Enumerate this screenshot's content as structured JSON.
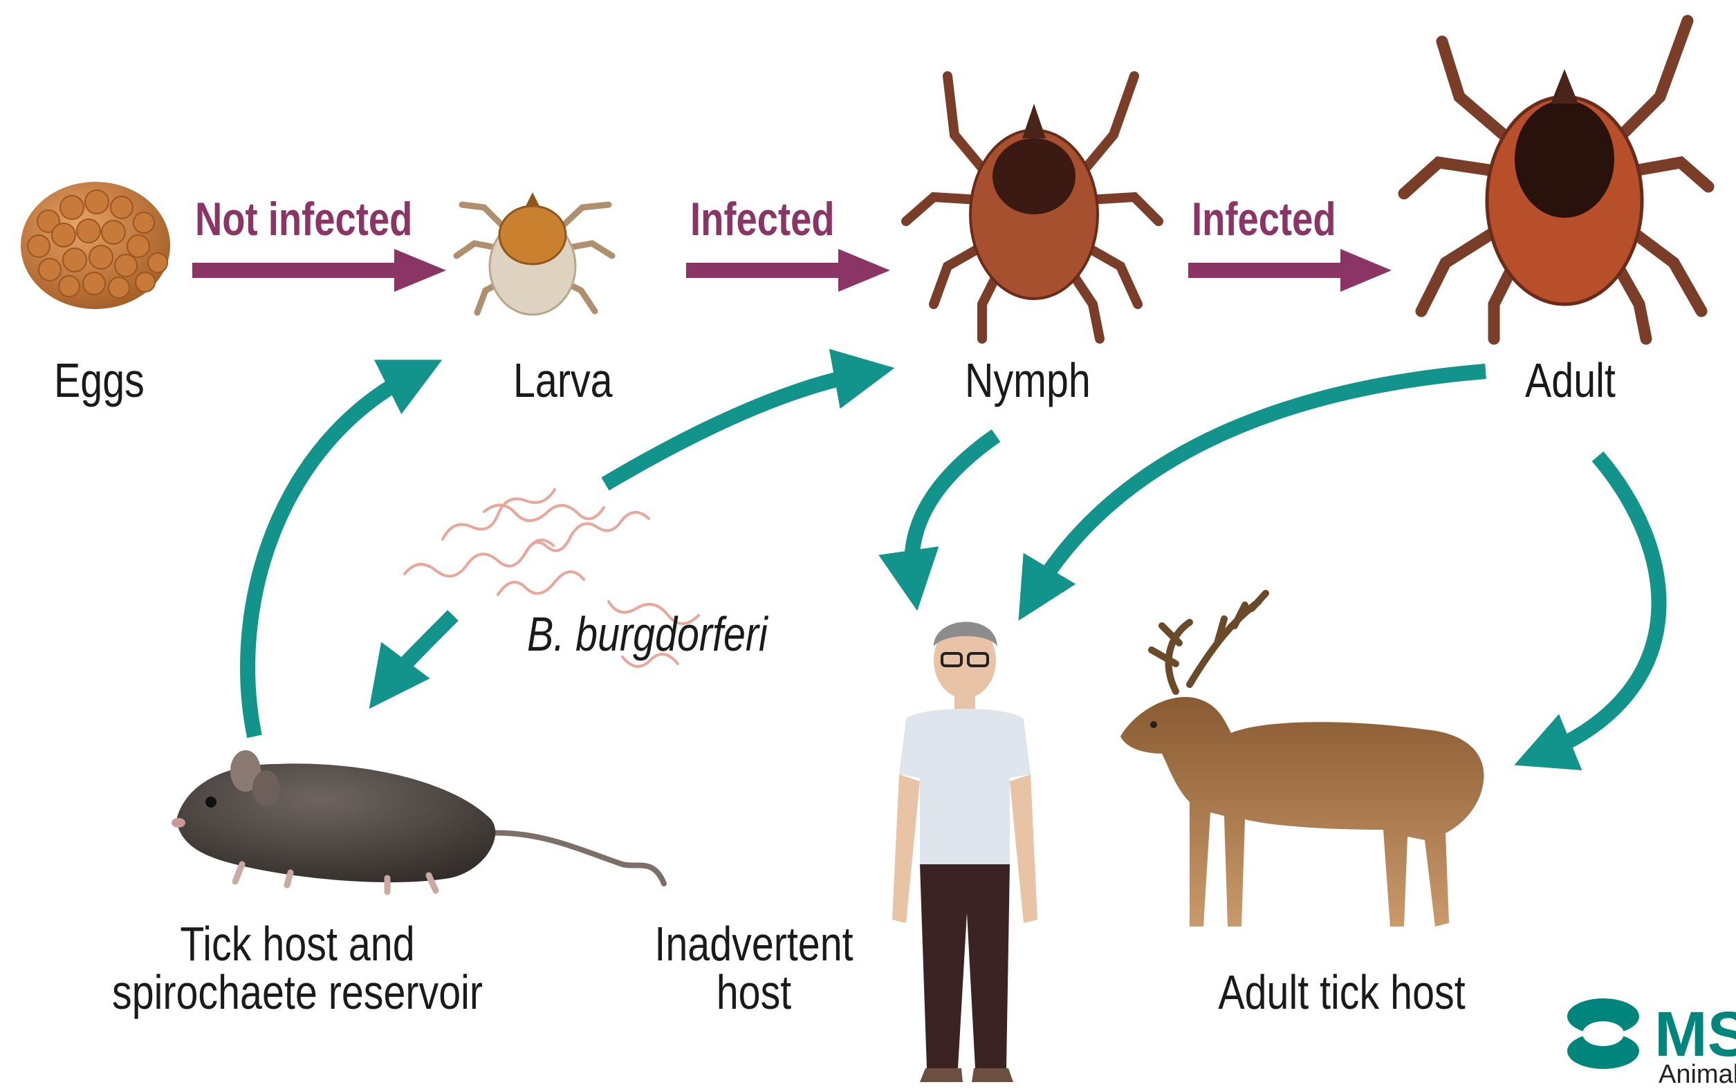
{
  "colors": {
    "infection_arrow": "#8a3566",
    "cycle_arrow": "#12938b",
    "label_text": "#1a1a1a",
    "logo": "#00857c"
  },
  "stages": {
    "eggs": "Eggs",
    "larva": "Larva",
    "nymph": "Nymph",
    "adult": "Adult"
  },
  "transitions": {
    "eggs_to_larva": "Not infected",
    "larva_to_nymph": "Infected",
    "nymph_to_adult": "Infected"
  },
  "bacterium": "B. burgdorferi",
  "hosts": {
    "reservoir_line1": "Tick host and",
    "reservoir_line2": "spirochaete reservoir",
    "inadvertent_line1": "Inadvertent",
    "inadvertent_line2": "host",
    "adult_tick_host": "Adult tick host"
  },
  "logo": {
    "name": "MSD",
    "tagline": "Animal Health"
  },
  "icons": {
    "eggs": "egg-cluster-icon",
    "larva": "larva-tick-icon",
    "nymph": "nymph-tick-icon",
    "adult": "adult-tick-icon",
    "mouse": "mouse-icon",
    "human": "human-icon",
    "deer": "deer-icon",
    "spirochete": "spirochete-icon",
    "logo": "msd-logo-icon"
  }
}
